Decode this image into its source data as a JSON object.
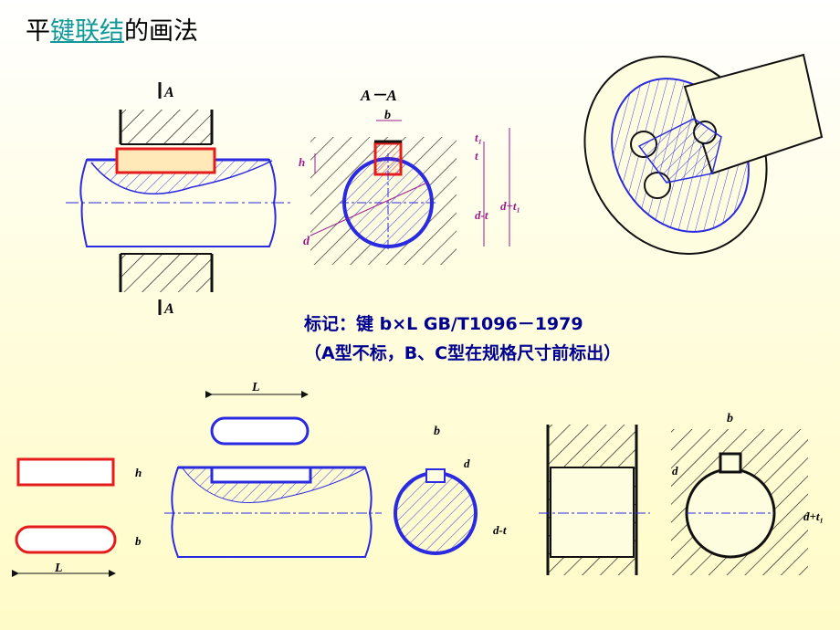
{
  "title": {
    "prefix": "平",
    "link": "键联结",
    "suffix": "的画法"
  },
  "note": {
    "line1": "标记：键  b×L  GB/T1096－1979",
    "line2": "（A型不标，B、C型在规格尺寸前标出）"
  },
  "labels": {
    "section_a": "A",
    "section_title": "A－A",
    "b": "b",
    "h": "h",
    "t": "t",
    "t1": "t₁",
    "d": "d",
    "d_minus_t": "d-t",
    "d_plus_t1": "d+t₁",
    "L": "L"
  },
  "colors": {
    "shaft": "#2a2ae0",
    "key": "#e51c1c",
    "dim": "#9c1c8c",
    "ink": "#111111",
    "hatch": "#2a2ae0"
  }
}
